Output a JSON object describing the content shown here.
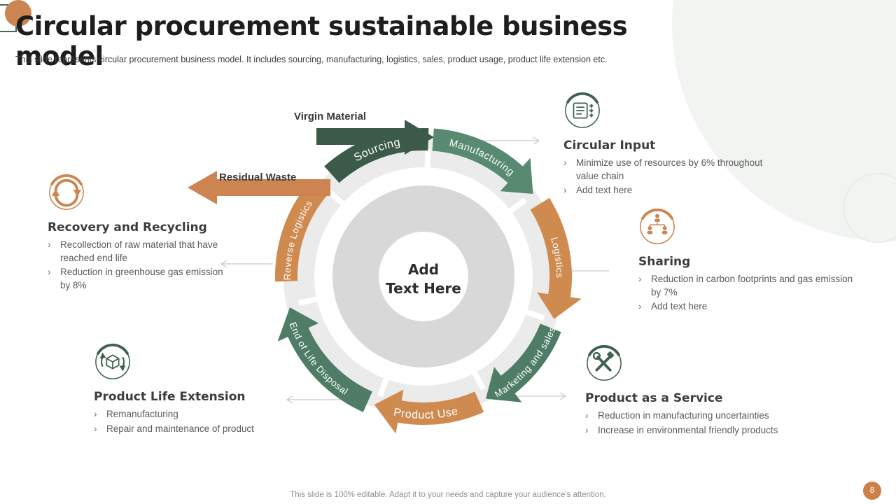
{
  "header": {
    "title": "Circular procurement sustainable business model",
    "subtitle": "This slide represents circular procurement business model. It includes sourcing, manufacturing, logistics, sales, product usage, product life extension etc."
  },
  "diagram": {
    "center": {
      "line1": "Add",
      "line2": "Text Here"
    },
    "arc_labels": {
      "sourcing": "Sourcing",
      "manufacturing": "Manufacturing",
      "logistics": "Logistics",
      "marketing": "Marketing and sales",
      "product_use": "Product Use",
      "end_of_life": "End of Life Disposal",
      "reverse_logistics": "Reverse Logistics"
    },
    "external_labels": {
      "virgin_material": "Virgin Material",
      "residual_waste": "Residual Waste"
    }
  },
  "sections": [
    {
      "title": "Circular Input",
      "bullets": [
        "Minimize use of resources by 6% throughout value chain",
        "Add text here"
      ]
    },
    {
      "title": "Sharing",
      "bullets": [
        "Reduction in carbon footprints and gas emission by 7%",
        "Add text here"
      ]
    },
    {
      "title": "Product as a Service",
      "bullets": [
        "Reduction in manufacturing uncertainties",
        "Increase in environmental friendly products"
      ]
    },
    {
      "title": "Product Life Extension",
      "bullets": [
        "Remanufacturing",
        "Repair and maintenance of product"
      ]
    },
    {
      "title": "Recovery and Recycling",
      "bullets": [
        "Recollection of raw material that have reached end life",
        "Reduction in greenhouse gas emission by 8%"
      ]
    }
  ],
  "footer": {
    "note": "This slide is 100% editable. Adapt it to your needs and capture your audience's attention.",
    "page_number": "8"
  },
  "ui": {
    "bullet_char": "›"
  },
  "colors": {
    "dark_green": "#3c5a49",
    "green": "#578a70",
    "muted_green": "#4e7c66",
    "orange": "#cf8a50",
    "ring_light": "#ebebeb",
    "ring_mid": "#d8d8d8",
    "page_circle": "#cc8048"
  }
}
